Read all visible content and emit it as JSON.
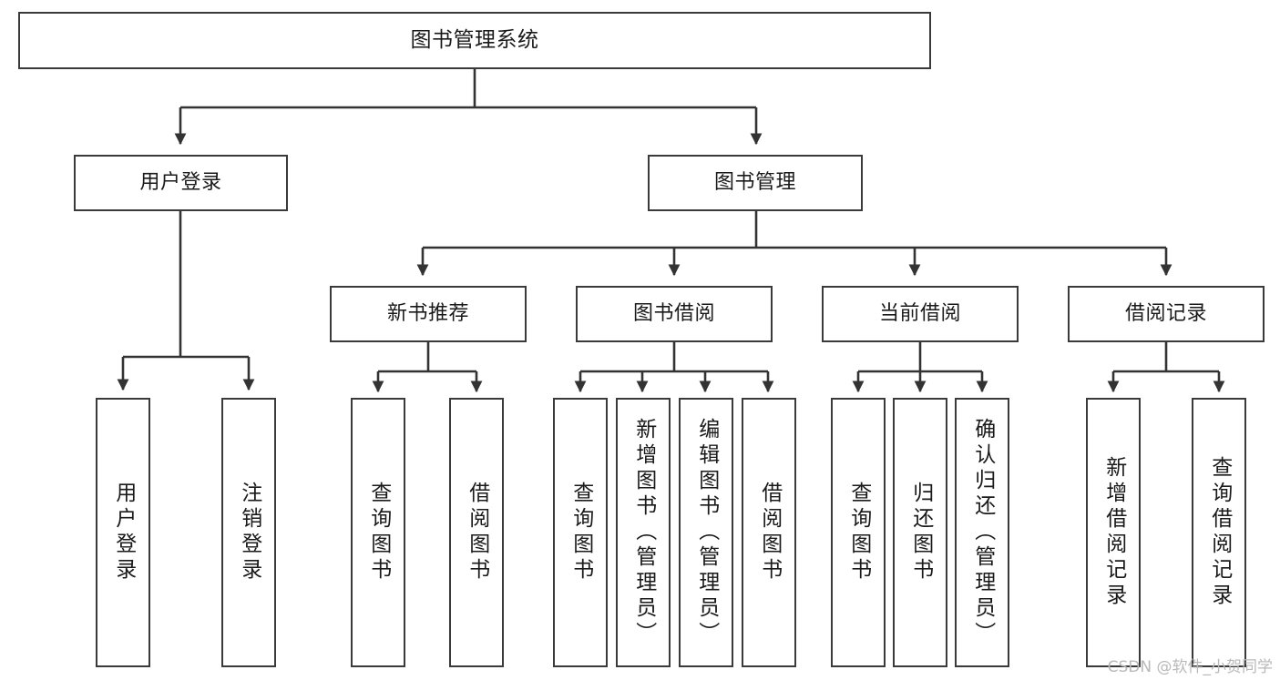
{
  "diagram": {
    "title": "图书管理系统",
    "type": "tree",
    "watermark": "CSDN @软件_小贺同学",
    "colors": {
      "box_border": "#3a3a3a",
      "box_fill": "#ffffff",
      "edge": "#333333",
      "text": "#1a1a1a",
      "watermark": "#b9b9b9"
    },
    "root": {
      "label": "图书管理系统"
    },
    "level1": [
      {
        "label": "用户登录"
      },
      {
        "label": "图书管理"
      }
    ],
    "level2": [
      {
        "label": "新书推荐"
      },
      {
        "label": "图书借阅"
      },
      {
        "label": "当前借阅"
      },
      {
        "label": "借阅记录"
      }
    ],
    "leaves": {
      "user_login": [
        {
          "label": "用户登录"
        },
        {
          "label": "注销登录"
        }
      ],
      "new_book_recommend": [
        {
          "label": "查询图书"
        },
        {
          "label": "借阅图书"
        }
      ],
      "book_borrow": [
        {
          "label": "查询图书"
        },
        {
          "label": "新增图书（管理员）"
        },
        {
          "label": "编辑图书（管理员）"
        },
        {
          "label": "借阅图书"
        }
      ],
      "current_borrow": [
        {
          "label": "查询图书"
        },
        {
          "label": "归还图书"
        },
        {
          "label": "确认归还（管理员）"
        }
      ],
      "borrow_record": [
        {
          "label": "新增借阅记录"
        },
        {
          "label": "查询借阅记录"
        }
      ]
    }
  }
}
